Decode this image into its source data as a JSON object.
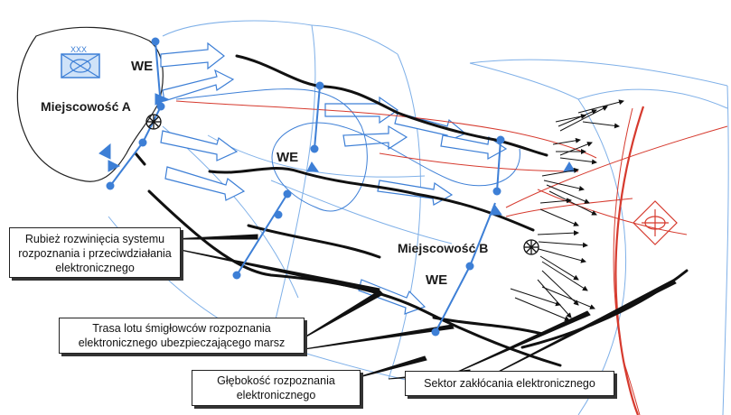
{
  "labels": {
    "town_a": "Miejscowość A",
    "town_b": "Miejscowość B",
    "we_1": "WE",
    "we_2": "WE",
    "we_3": "WE",
    "unit_marking": "XXX"
  },
  "callouts": {
    "deployment_line": "Rubież rozwinięcia systemu rozpoznania i przeciwdziałania elektronicznego",
    "helicopter_route": "Trasa lotu śmigłowców rozpoznania elektronicznego ubezpieczającego marsz",
    "recon_depth": "Głębokość rozpoznania elektronicznego",
    "jamming_sector": "Sektor zakłócania elektronicznego"
  },
  "colors": {
    "blue": "#3d7fd6",
    "light_blue": "#7fb0e8",
    "red": "#d63a2e",
    "black": "#111111"
  }
}
